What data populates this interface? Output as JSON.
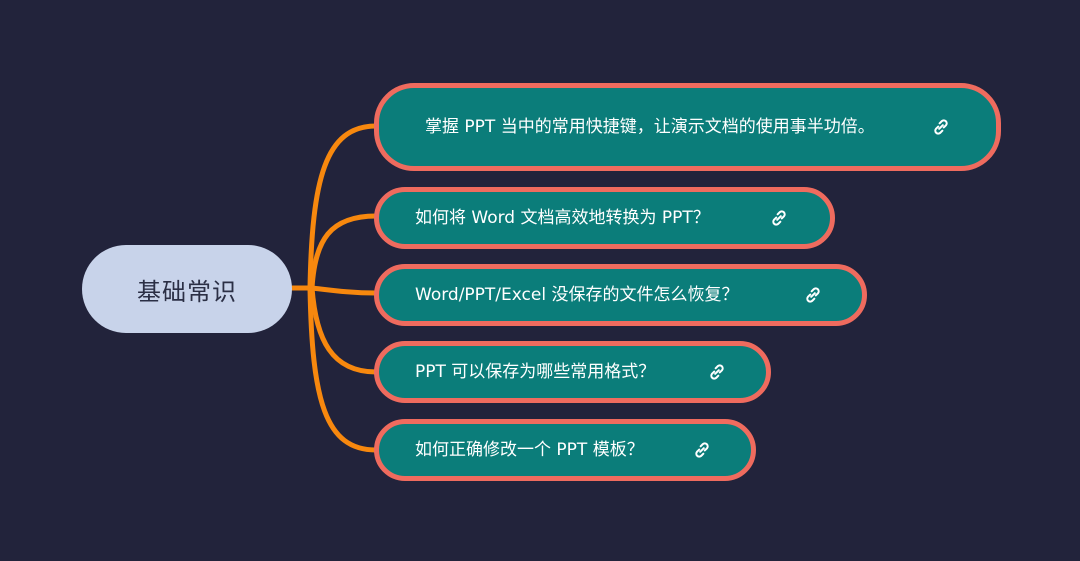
{
  "colors": {
    "background": "#22233b",
    "root_fill": "#c8d3ea",
    "root_text": "#2b2f45",
    "topic_fill": "#0b7d7a",
    "topic_border": "#ef6b5e",
    "topic_text": "#ffffff",
    "connector": "#f7880e"
  },
  "root": {
    "label": "基础常识"
  },
  "topics": [
    {
      "label": "掌握 PPT 当中的常用快捷键，让演示文档的使用事半功倍。",
      "icon": "link-icon"
    },
    {
      "label": "如何将 Word 文档高效地转换为 PPT？",
      "icon": "link-icon"
    },
    {
      "label": "Word/PPT/Excel 没保存的文件怎么恢复？",
      "icon": "link-icon"
    },
    {
      "label": "PPT 可以保存为哪些常用格式？",
      "icon": "link-icon"
    },
    {
      "label": "如何正确修改一个 PPT 模板？",
      "icon": "link-icon"
    }
  ]
}
